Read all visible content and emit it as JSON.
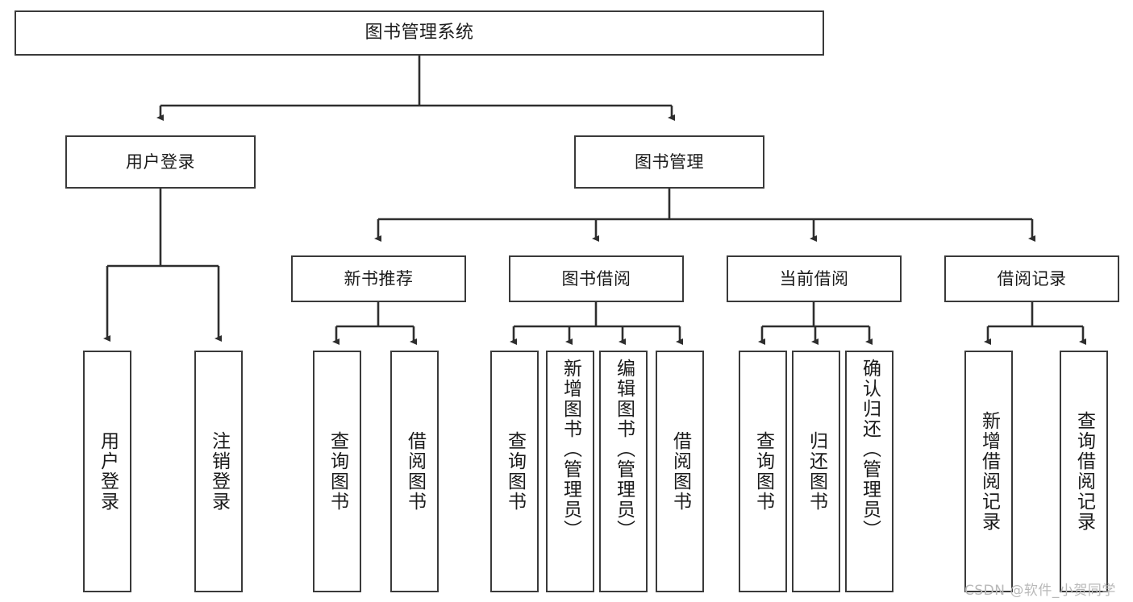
{
  "diagram": {
    "title": "图书管理系统",
    "type": "hierarchy-tree",
    "colors": {
      "background": "#ffffff",
      "box_border": "#3a3a3a",
      "box_fill": "#ffffff",
      "edge": "#2e2e2e",
      "text": "#1b1b1b",
      "watermark": "#b9b9b9"
    },
    "levels": 4
  },
  "nodes": {
    "root": {
      "label": "图书管理系统"
    },
    "level2": [
      {
        "id": "user-login",
        "label": "用户登录"
      },
      {
        "id": "book-manage",
        "label": "图书管理"
      }
    ],
    "level3": [
      {
        "id": "new-book-recommend",
        "label": "新书推荐"
      },
      {
        "id": "book-borrow",
        "label": "图书借阅"
      },
      {
        "id": "current-borrow",
        "label": "当前借阅"
      },
      {
        "id": "borrow-record",
        "label": "借阅记录"
      }
    ],
    "leaves": {
      "user_login": [
        {
          "id": "leaf-user-login",
          "label": "用户登录"
        },
        {
          "id": "leaf-logout-login",
          "label": "注销登录"
        }
      ],
      "new_book_recommend": [
        {
          "id": "leaf-query-book-1",
          "label": "查询图书"
        },
        {
          "id": "leaf-borrow-book-1",
          "label": "借阅图书"
        }
      ],
      "book_borrow": [
        {
          "id": "leaf-query-book-2",
          "label": "查询图书"
        },
        {
          "id": "leaf-add-book",
          "label": "新增图书（管理员）"
        },
        {
          "id": "leaf-edit-book",
          "label": "编辑图书（管理员）"
        },
        {
          "id": "leaf-borrow-book-2",
          "label": "借阅图书"
        }
      ],
      "current_borrow": [
        {
          "id": "leaf-query-book-3",
          "label": "查询图书"
        },
        {
          "id": "leaf-return-book",
          "label": "归还图书"
        },
        {
          "id": "leaf-confirm-return",
          "label": "确认归还（管理员）"
        }
      ],
      "borrow_record": [
        {
          "id": "leaf-add-record",
          "label": "新增借阅记录"
        },
        {
          "id": "leaf-query-record",
          "label": "查询借阅记录"
        }
      ]
    }
  },
  "watermark": {
    "text": "CSDN @软件_小贺同学"
  }
}
